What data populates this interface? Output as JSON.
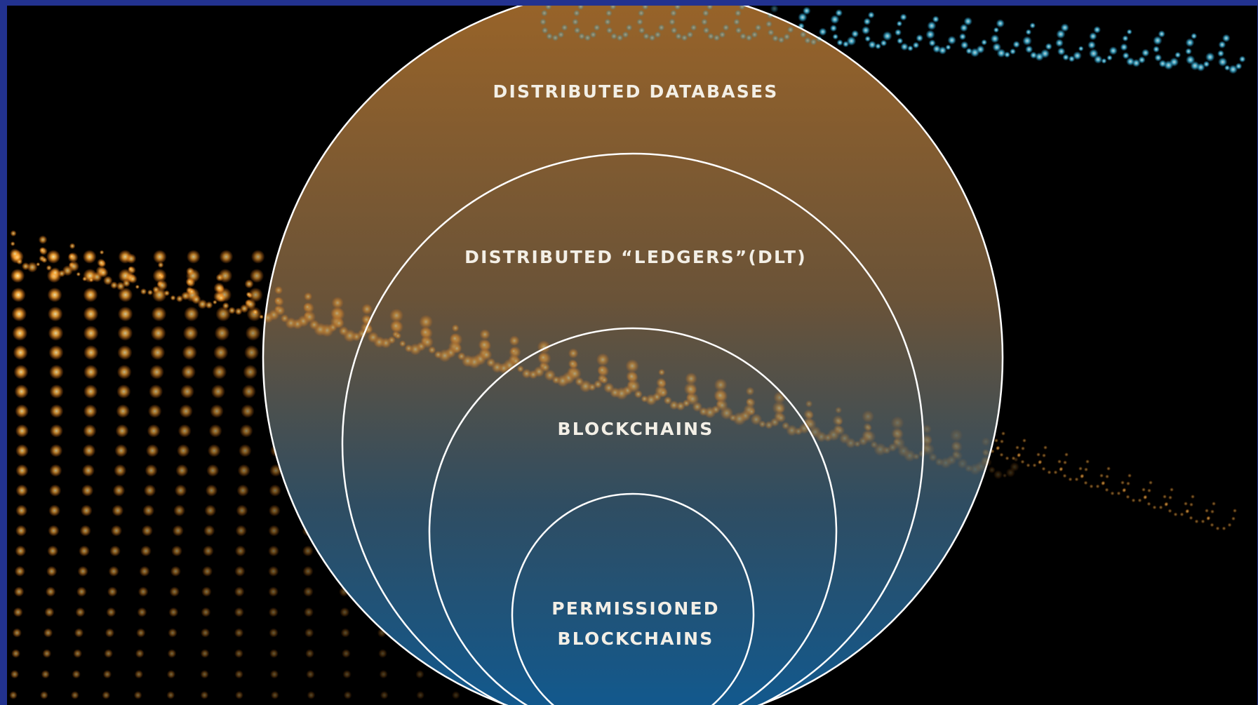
{
  "diagram": {
    "levels": [
      {
        "id": "distributed-databases",
        "lines": [
          "DISTRIBUTED DATABASES"
        ]
      },
      {
        "id": "distributed-ledgers",
        "lines": [
          "DISTRIBUTED “LEDGERS”(DLT)"
        ]
      },
      {
        "id": "blockchains",
        "lines": [
          "BLOCKCHAINS"
        ]
      },
      {
        "id": "permissioned-blockchains",
        "lines": [
          "PERMISSIONED",
          "BLOCKCHAINS"
        ]
      }
    ],
    "colors": {
      "frame": "#22328f",
      "background": "#000000",
      "circle_top": "#9a6428",
      "circle_bottom": "#0f5a92",
      "circle_stroke": "#ffffff",
      "dots_orange": "#ff9a2e",
      "dots_blue": "#43c7f0"
    }
  }
}
